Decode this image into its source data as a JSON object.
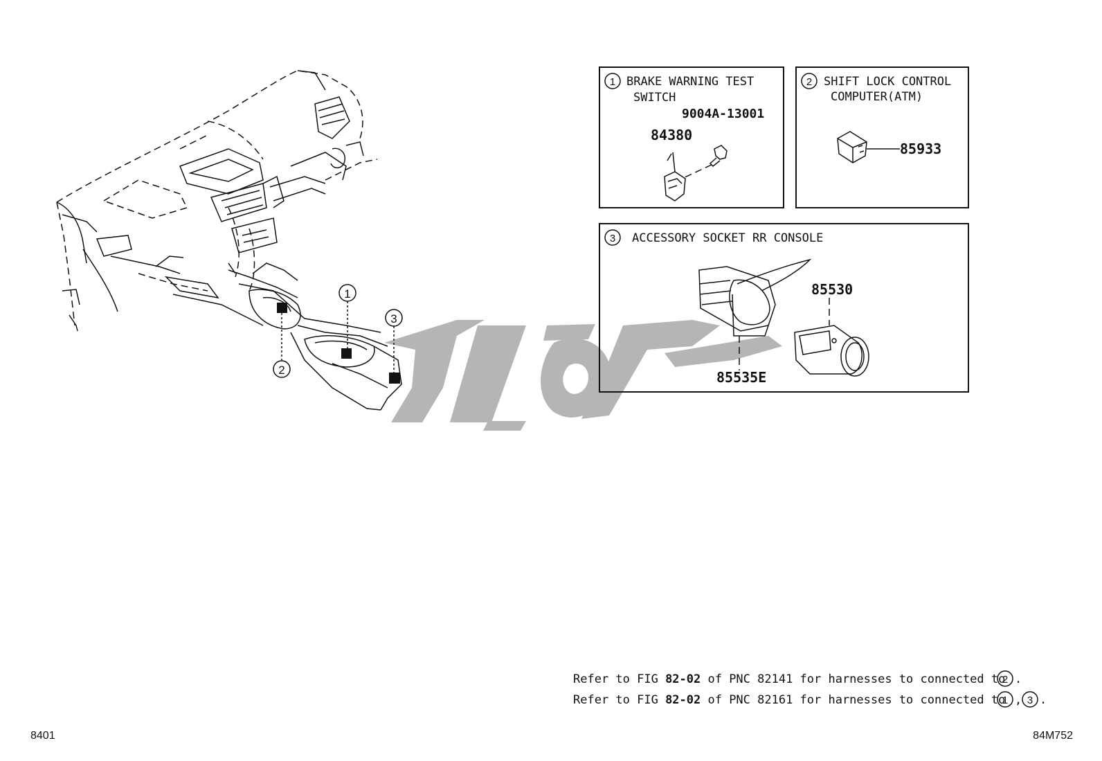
{
  "callouts": {
    "c1": "1",
    "c2": "2",
    "c3": "3"
  },
  "panel1": {
    "title_line1": "BRAKE WARNING TEST",
    "title_line2": "SWITCH",
    "part_bolt": "9004A-13001",
    "part_switch": "84380"
  },
  "panel2": {
    "title_line1": "SHIFT LOCK CONTROL",
    "title_line2": "COMPUTER(ATM)",
    "part_computer": "85933"
  },
  "panel3": {
    "title": "ACCESSORY SOCKET RR CONSOLE",
    "part_socket": "85530",
    "part_holder": "85535E"
  },
  "notes": {
    "line1_prefix": "Refer to FIG ",
    "line1_fig": "82-02",
    "line1_mid": " of PNC 82141 for harnesses to connected to ",
    "line1_ref": "2",
    "line1_end": ".",
    "line2_prefix": "Refer to FIG ",
    "line2_fig": "82-02",
    "line2_mid": " of PNC 82161 for harnesses to connected to ",
    "line2_ref_a": "1",
    "line2_sep": ",",
    "line2_ref_b": "3",
    "line2_end": "."
  },
  "footer": {
    "left_code": "8401",
    "right_code": "84M752"
  },
  "colors": {
    "line": "#111111",
    "watermark": "#b5b5b5"
  }
}
